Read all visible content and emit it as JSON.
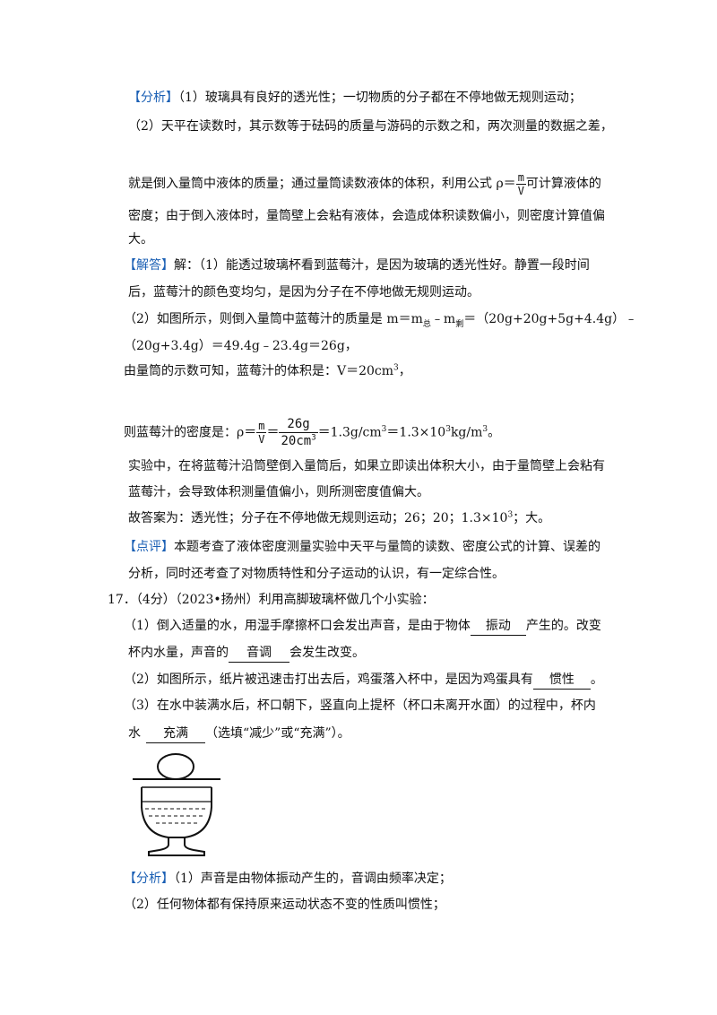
{
  "s1": {
    "tag": "【分析】",
    "l1": "（1）玻璃具有良好的透光性；一切物质的分子都在不停地做无规则运动；",
    "l2": "（2）天平在读数时，其示数等于砝码的质量与游码的示数之和，两次测量的数据之差，",
    "l3a": "就是倒入量筒中液体的质量；通过量筒读数液体的体积，利用公式 ρ＝",
    "l3num": "m",
    "l3den": "V",
    "l3b": "可计算液体的",
    "l4": "密度；由于倒入液体时，量筒壁上会粘有液体，会造成体积读数偏小，则密度计算值偏",
    "l5": "大。"
  },
  "s2": {
    "tag": "【解答】",
    "l1": "解：（1）能透过玻璃杯看到蓝莓汁，是因为玻璃的透光性好。静置一段时间",
    "l2": "后，蓝莓汁的颜色变均匀，是因为分子在不停地做无规则运动。",
    "l3a": "（2）如图所示，则倒入量筒中蓝莓汁的质量是 m＝m",
    "l3s1": "总",
    "l3b": "﹣m",
    "l3s2": "剩",
    "l3c": "＝（20g+20g+5g+4.4g）﹣",
    "l4": "（20g+3.4g）＝49.4g﹣23.4g＝26g，",
    "l5a": "由量筒的示数可知，蓝莓汁的体积是：V＝20cm",
    "l5sup": "3",
    "l5b": "，",
    "l6a": "则蓝莓汁的密度是：ρ＝",
    "l6n1": "m",
    "l6d1": "V",
    "l6eq": "＝",
    "l6n2": "26g",
    "l6d2": "20cm",
    "l6d2sup": "3",
    "l6b": "＝1.3g/cm",
    "l6s1": "3",
    "l6c": "＝1.3×10",
    "l6s2": "3",
    "l6d": "kg/m",
    "l6s3": "3",
    "l6e": "。",
    "l7": "实验中，在将蓝莓汁沿筒壁倒入量筒后，如果立即读出体积大小，由于量筒壁上会粘有",
    "l8": "蓝莓汁，会导致体积测量值偏小，则所测密度值偏大。",
    "l9a": "故答案为：透光性；分子在不停地做无规则运动；26；20；1.3×10",
    "l9sup": "3",
    "l9b": "；大。"
  },
  "s3": {
    "tag": "【点评】",
    "l1": "本题考查了液体密度测量实验中天平与量筒的读数、密度公式的计算、误差的",
    "l2": "分析，同时还考查了对物质特性和分子运动的认识，有一定综合性。"
  },
  "q17": {
    "head": "17．（4分）（2023•扬州）利用高脚玻璃杯做几个小实验：",
    "l1a": "（1）倒入适量的水，用湿手摩擦杯口会发出声音，是由于物体",
    "a1": "振动",
    "l1b": "产生的。改变",
    "l2a": "杯内水量，声音的",
    "a2": "音调",
    "l2b": "会发生改变。",
    "l3a": "（2）如图所示，纸片被迅速击打出去后，鸡蛋落入杯中，是因为鸡蛋具有",
    "a3": "惯性",
    "l3b": "。",
    "l4": "（3）在水中装满水后，杯口朝下，竖直向上提杯（杯口未离开水面）的过程中，杯内",
    "l5a": "水",
    "a4": "充满",
    "l5b": "（选填“减少”或“充满”）。"
  },
  "s4": {
    "tag": "【分析】",
    "l1": "（1）声音是由物体振动产生的，音调由频率决定；",
    "l2": "（2）任何物体都有保持原来运动状态不变的性质叫惯性；"
  },
  "colors": {
    "tag": "#1a5fb4"
  }
}
